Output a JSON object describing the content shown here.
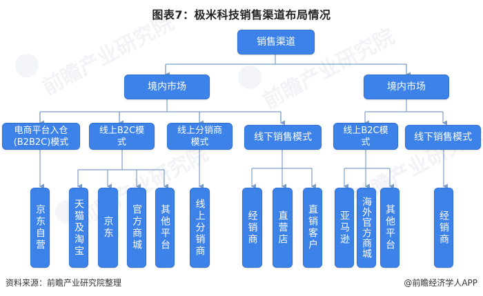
{
  "title": "图表7：极米科技销售渠道布局情况",
  "root": {
    "label": "销售渠道"
  },
  "markets": [
    {
      "label": "境内市场",
      "modes": [
        {
          "label": "电商平台入仓(B2B2C)模式",
          "children": [
            "京东自营"
          ]
        },
        {
          "label": "线上B2C模式",
          "children": [
            "天猫及淘宝",
            "京东",
            "官方商城",
            "其他平台"
          ]
        },
        {
          "label": "线上分销商模式",
          "children": [
            "线上分销商"
          ]
        },
        {
          "label": "线下销售模式",
          "children": [
            "经销商",
            "直营店",
            "直销客户"
          ]
        }
      ]
    },
    {
      "label": "境内市场",
      "modes": [
        {
          "label": "线上B2C模式",
          "children": [
            "亚马逊",
            "海外官方商城",
            "其他平台"
          ]
        },
        {
          "label": "线下销售模式",
          "children": [
            "经销商"
          ]
        }
      ]
    }
  ],
  "footer": {
    "source": "资料来源：前瞻产业研究院整理",
    "brand": "@前瞻经济学人APP"
  },
  "watermark": {
    "text": "前瞻产业研究院"
  },
  "colors": {
    "node_fill": "#3c82e8",
    "connector": "#7a9cc6",
    "text": "#ffffff"
  }
}
